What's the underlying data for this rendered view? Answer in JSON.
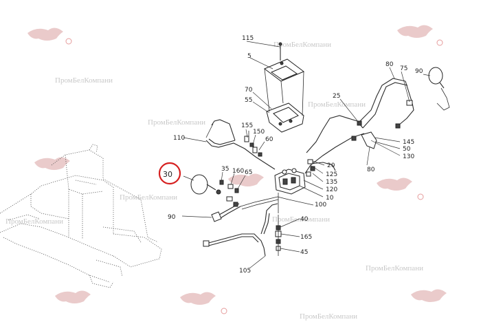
{
  "watermark": {
    "text": "ПромБелКомпани",
    "color": "#c8c8c8",
    "logo_color": "#d14b4b"
  },
  "highlight": {
    "callout": "30",
    "circle_color": "#d62020"
  },
  "callouts": {
    "c115": "115",
    "c5": "5",
    "c70": "70",
    "c55": "55",
    "c155": "155",
    "c150": "150",
    "c60": "60",
    "c110": "110",
    "c30": "30",
    "c35": "35",
    "c160": "160",
    "c65": "65",
    "c90a": "90",
    "c100": "100",
    "c40": "40",
    "c165": "165",
    "c45": "45",
    "c105": "105",
    "c10": "10",
    "c120": "120",
    "c135": "135",
    "c125": "125",
    "c20": "20",
    "c80a": "80",
    "c130": "130",
    "c50": "50",
    "c145": "145",
    "c25": "25",
    "c80b": "80",
    "c75": "75",
    "c90b": "90"
  }
}
